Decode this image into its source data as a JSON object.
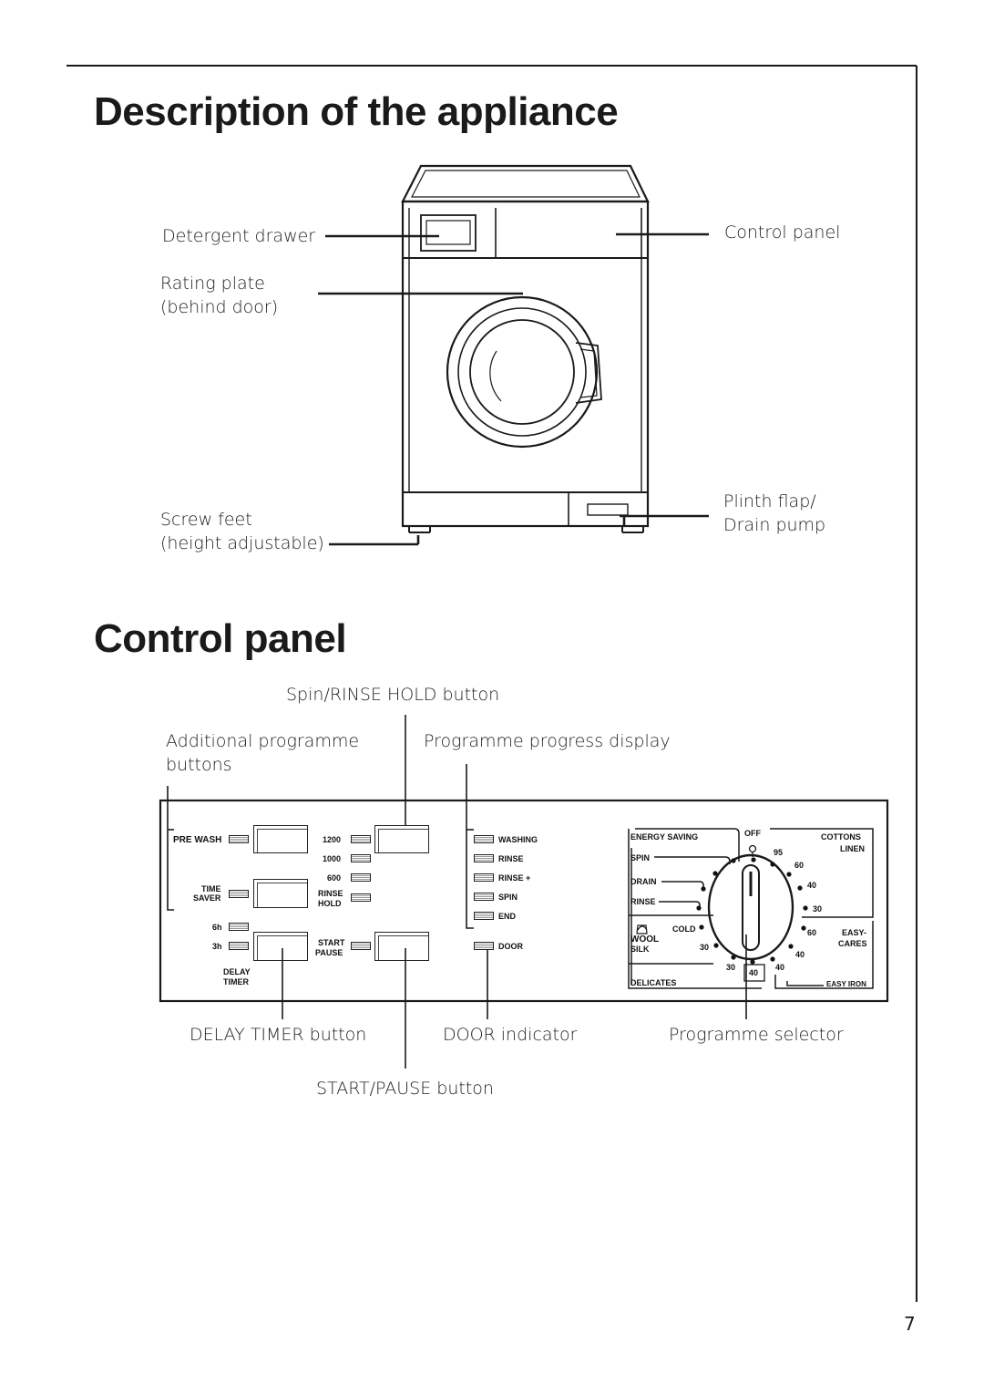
{
  "page": {
    "number": "7",
    "sections": [
      {
        "title": "Description of the appliance"
      },
      {
        "title": "Control panel"
      }
    ]
  },
  "appliance": {
    "labels": {
      "detergent_drawer": "Detergent drawer",
      "rating_plate_1": "Rating plate",
      "rating_plate_2": "(behind door)",
      "screw_feet_1": "Screw feet",
      "screw_feet_2": "(height adjustable)",
      "control_panel": "Control panel",
      "plinth_1": "Plinth flap/",
      "plinth_2": "Drain pump"
    }
  },
  "control_panel": {
    "callouts": {
      "spin_rinse_hold": "Spin/RINSE HOLD button",
      "additional_1": "Additional programme",
      "additional_2": "buttons",
      "progress_display": "Programme progress display",
      "delay_timer": "DELAY TIMER button",
      "door_indicator": "DOOR indicator",
      "programme_selector": "Programme selector",
      "start_pause": "START/PAUSE button"
    },
    "panel_text": {
      "pre_wash": "PRE WASH",
      "time": "TIME",
      "saver": "SAVER",
      "h6": "6h",
      "h3": "3h",
      "delay": "DELAY",
      "timer": "TIMER",
      "s1200": "1200",
      "s1000": "1000",
      "s600": "600",
      "rinse": "RINSE",
      "hold": "HOLD",
      "start": "START",
      "pause": "PAUSE",
      "stages": [
        "WASHING",
        "RINSE",
        "RINSE +",
        "SPIN",
        "END",
        "DOOR"
      ],
      "dial": {
        "energy_saving": "ENERGY SAVING",
        "spin": "SPIN",
        "drain": "DRAIN",
        "rinse": "RINSE",
        "wool": "WOOL",
        "silk": "SILK",
        "cold": "COLD",
        "w30": "30",
        "delicates": "DELICATES",
        "off": "OFF",
        "cottons": "COTTONS",
        "linen": "LINEN",
        "c95": "95",
        "c60": "60",
        "c40": "40",
        "c30": "30",
        "e60": "60",
        "easy1": "EASY-",
        "easy2": "CARES",
        "e40": "40",
        "d30": "30",
        "d40": "40",
        "d40b": "40",
        "easy_iron": "EASY IRON"
      }
    }
  }
}
